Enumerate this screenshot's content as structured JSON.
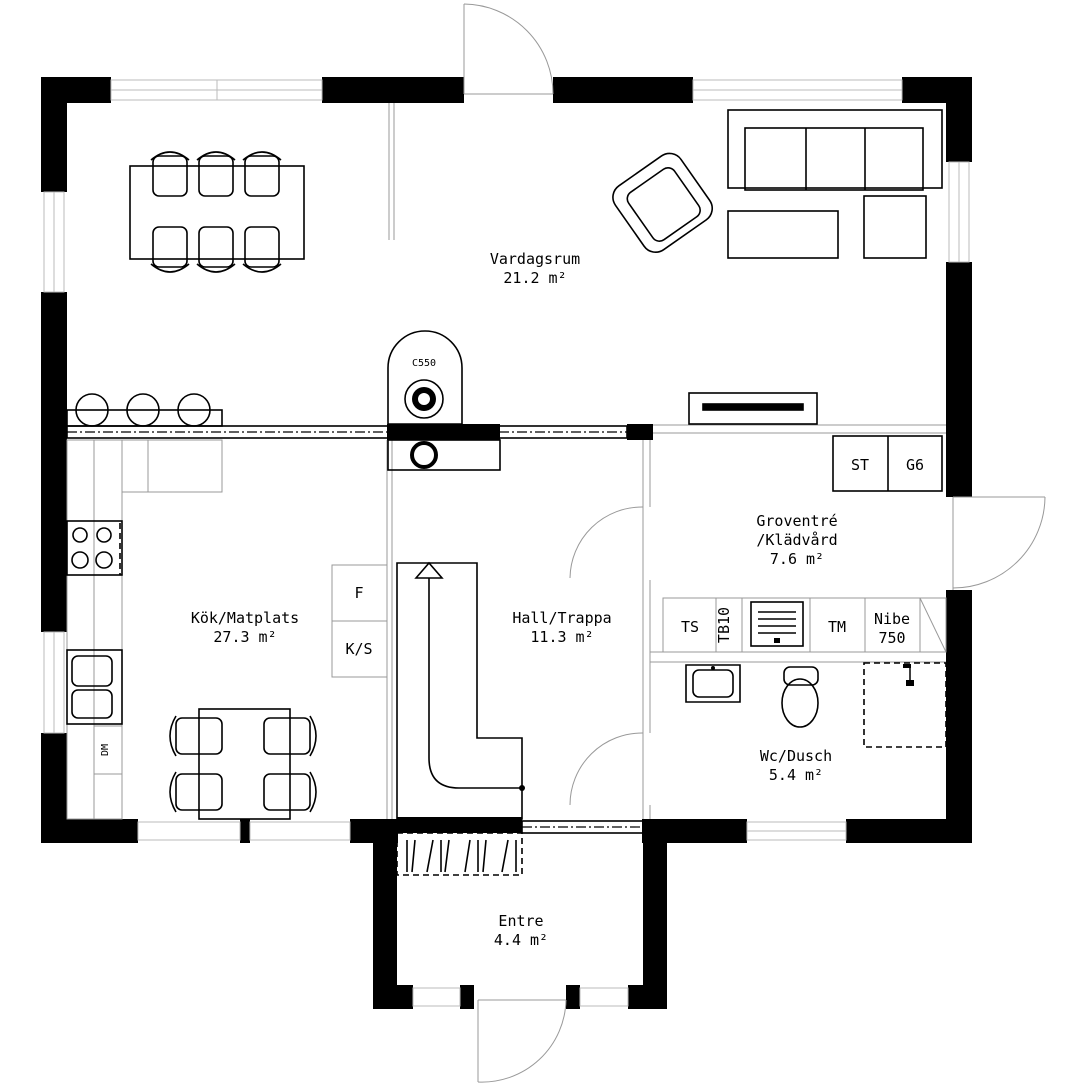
{
  "rooms": {
    "vardagsrum": {
      "name": "Vardagsrum",
      "area": "21.2 m²"
    },
    "kok": {
      "name": "Kök/Matplats",
      "area": "27.3 m²"
    },
    "hall": {
      "name": "Hall/Trappa",
      "area": "11.3 m²"
    },
    "groventre": {
      "name_line1": "Groventré",
      "name_line2": "/Klädvård",
      "area": "7.6 m²"
    },
    "wc": {
      "name": "Wc/Dusch",
      "area": "5.4 m²"
    },
    "entre": {
      "name": "Entre",
      "area": "4.4 m²"
    }
  },
  "fixtures": {
    "fireplace": "C550",
    "st": "ST",
    "g6": "G6",
    "ts": "TS",
    "tb10": "TB10",
    "tm": "TM",
    "nibe_line1": "Nibe",
    "nibe_line2": "750",
    "fridge": "F",
    "freezer": "K/S",
    "dishwasher": "DM"
  }
}
